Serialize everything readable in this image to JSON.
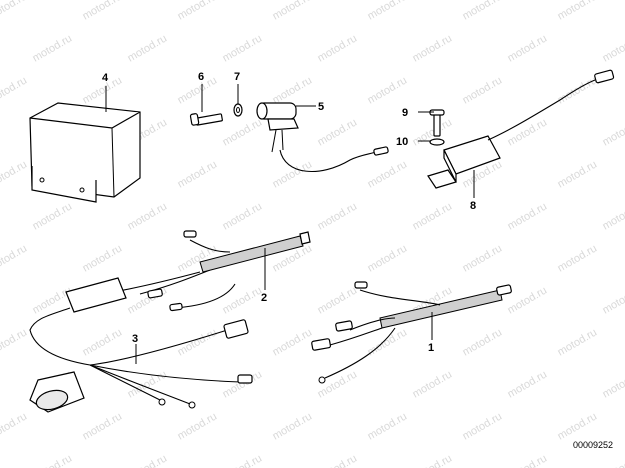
{
  "watermark_text": "motod.ru",
  "document_id": "00009252",
  "callouts": [
    {
      "id": "c1",
      "label": "1"
    },
    {
      "id": "c2",
      "label": "2"
    },
    {
      "id": "c3",
      "label": "3"
    },
    {
      "id": "c4",
      "label": "4"
    },
    {
      "id": "c5",
      "label": "5"
    },
    {
      "id": "c6",
      "label": "6"
    },
    {
      "id": "c7",
      "label": "7"
    },
    {
      "id": "c8",
      "label": "8"
    },
    {
      "id": "c9",
      "label": "9"
    },
    {
      "id": "c10",
      "label": "10"
    }
  ]
}
